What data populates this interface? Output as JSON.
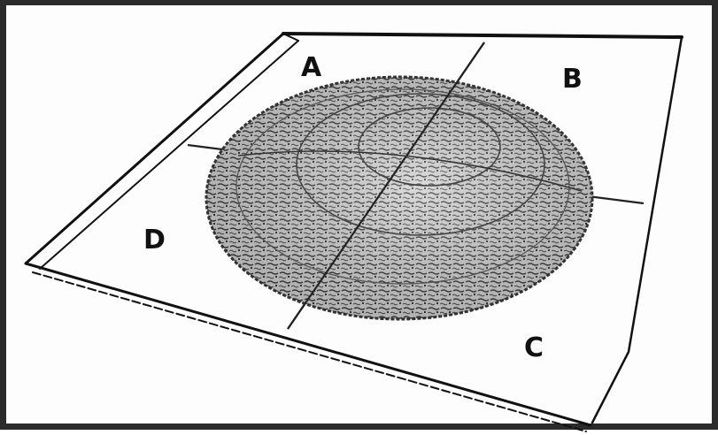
{
  "labels": {
    "a": "A",
    "b": "B",
    "c": "C",
    "d": "D"
  },
  "colors": {
    "frame": "#2b2b2b",
    "ink": "#111111",
    "mound_fill": "#d9d9d9",
    "mound_texture": "#3a3a3a"
  }
}
